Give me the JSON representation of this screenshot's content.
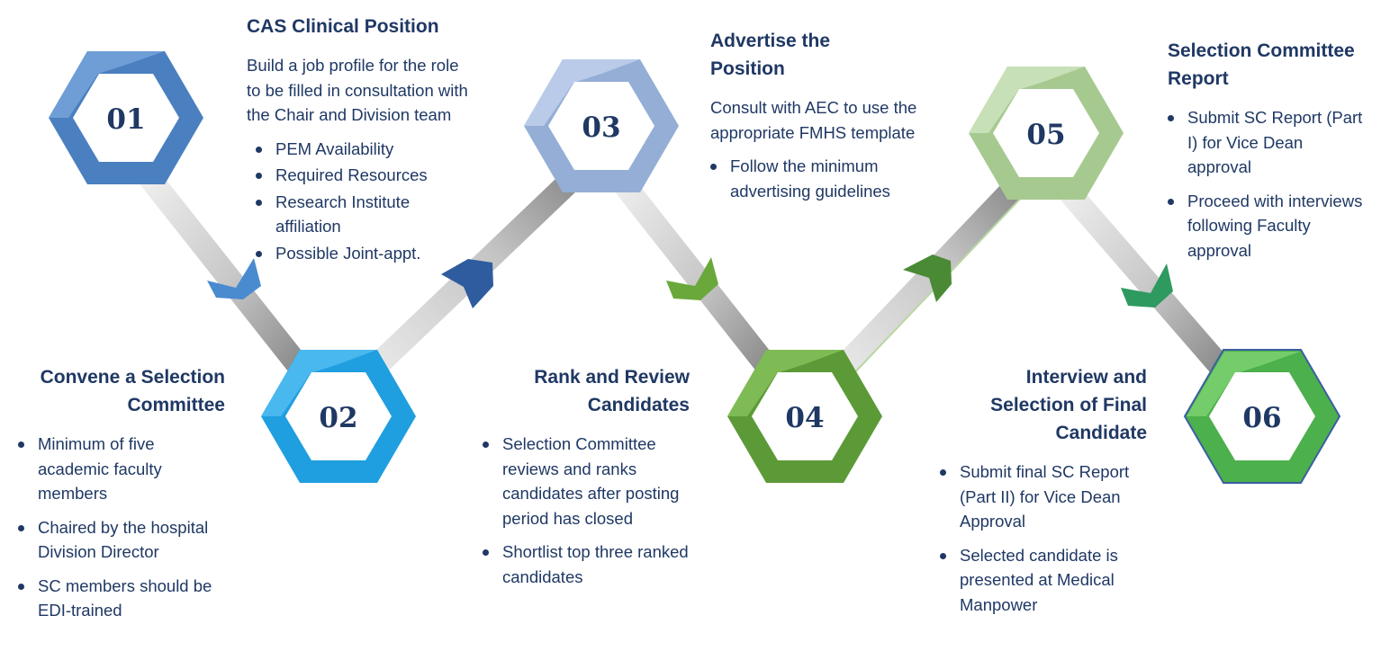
{
  "steps": [
    {
      "number": "01",
      "title": "CAS Clinical Position",
      "description": "Build a job profile for the role to be filled in consultation with the Chair and Division team",
      "bullets": [
        "PEM Availability",
        "Required Resources",
        "Research Institute affiliation",
        "Possible Joint-appt."
      ],
      "color": "#4a7fc0"
    },
    {
      "number": "02",
      "title": "Convene a Selection Committee",
      "bullets": [
        "Minimum of five academic faculty members",
        "Chaired by the hospital Division Director",
        "SC members should be EDI-trained"
      ],
      "color": "#1f9ee0"
    },
    {
      "number": "03",
      "title": "Advertise the Position",
      "description": "Consult with AEC to use the appropriate FMHS template",
      "bullets": [
        "Follow the minimum advertising guidelines"
      ],
      "color": "#94aed6"
    },
    {
      "number": "04",
      "title": "Rank and Review Candidates",
      "bullets": [
        "Selection Committee reviews and ranks candidates after posting period has closed",
        "Shortlist top three ranked candidates"
      ],
      "color": "#5c9a38"
    },
    {
      "number": "05",
      "title": "Selection Committee Report",
      "bullets": [
        "Submit SC Report (Part I) for Vice Dean approval",
        "Proceed with interviews following Faculty approval"
      ],
      "color": "#a6c990"
    },
    {
      "number": "06",
      "title": "Interview and Selection of Final Candidate",
      "bullets": [
        "Submit final SC Report (Part II) for Vice Dean Approval",
        "Selected candidate is presented at Medical Manpower"
      ],
      "color": "#4cb04c"
    }
  ],
  "arrow_colors": [
    "#4a8bd0",
    "#2e5c9e",
    "#6aa83c",
    "#4a8a34",
    "#2e9a60"
  ]
}
